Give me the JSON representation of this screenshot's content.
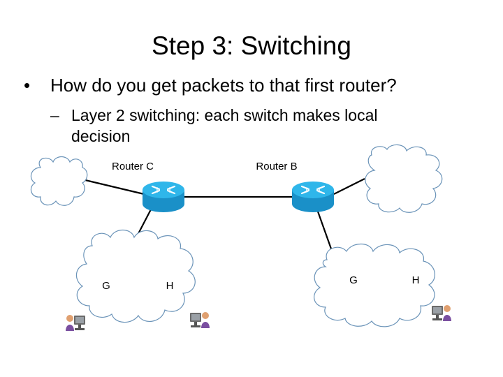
{
  "slide": {
    "title": "Step 3: Switching",
    "bullet_marker": "•",
    "sub_marker": "–",
    "bullet": "How do you get packets to that first router?",
    "sub_bullet_line1": "Layer 2 switching: each switch makes local",
    "sub_bullet_line2": "decision"
  },
  "diagram": {
    "routers": [
      {
        "label": "Router C",
        "icon": "router-icon"
      },
      {
        "label": "Router B",
        "icon": "router-icon"
      }
    ],
    "hosts": [
      {
        "label": "G"
      },
      {
        "label": "H"
      },
      {
        "label": "G"
      },
      {
        "label": "H"
      }
    ],
    "colors": {
      "router_top": "#2fb6ea",
      "router_body": "#1a90c8",
      "cloud_stroke": "#6a93b8",
      "link": "#000000"
    }
  }
}
